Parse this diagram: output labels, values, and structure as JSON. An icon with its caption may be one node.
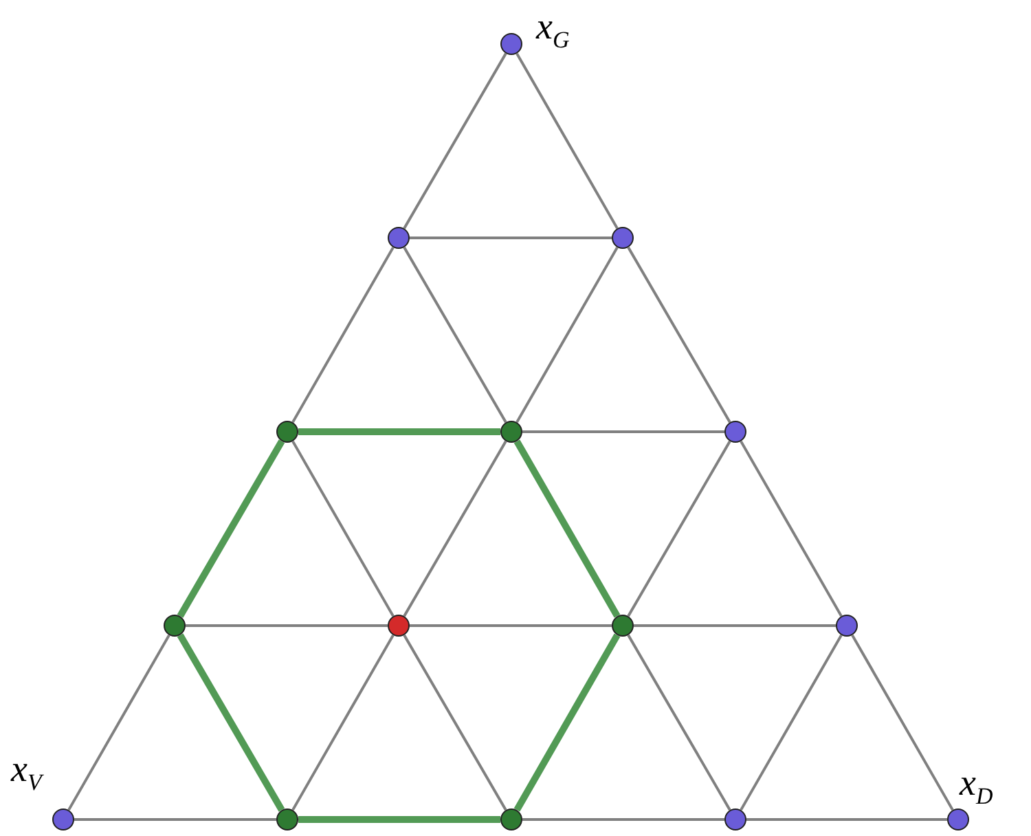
{
  "diagram": {
    "nodes": [
      {
        "text": [],
        "shape": "circle",
        "beside": [
          "*x*$_{G}$"
        ]
      },
      {
        "text": [],
        "shape": "circle"
      },
      {
        "text": [],
        "shape": "circle"
      },
      {
        "text": [],
        "shape": "circle"
      },
      {
        "text": [],
        "shape": "circle"
      },
      {
        "text": [],
        "shape": "circle"
      },
      {
        "text": [],
        "shape": "circle"
      },
      {
        "text": [],
        "shape": "circle"
      },
      {
        "text": [],
        "shape": "circle"
      },
      {
        "text": [],
        "shape": "circle"
      },
      {
        "text": [],
        "shape": "circle",
        "beside": [
          "*x*$_{V}$"
        ]
      },
      {
        "text": [],
        "shape": "circle"
      },
      {
        "text": [],
        "shape": "circle"
      },
      {
        "text": [],
        "shape": "circle"
      },
      {
        "text": [],
        "shape": "circle",
        "beside": [
          "*x*$_{D}$"
        ]
      }
    ],
    "edges": [
      {
        "from": 0,
        "to": 1,
        "arrow": "none"
      },
      {
        "from": 0,
        "to": 2,
        "arrow": "none"
      },
      {
        "from": 1,
        "to": 2,
        "arrow": "none"
      },
      {
        "from": 1,
        "to": 3,
        "arrow": "none"
      },
      {
        "from": 1,
        "to": 4,
        "arrow": "none"
      },
      {
        "from": 2,
        "to": 4,
        "arrow": "none"
      },
      {
        "from": 2,
        "to": 5,
        "arrow": "none"
      },
      {
        "from": 3,
        "to": 4,
        "arrow": "none",
        "style": "thick",
        "color": "#3f8f43"
      },
      {
        "from": 4,
        "to": 5,
        "arrow": "none"
      },
      {
        "from": 3,
        "to": 6,
        "arrow": "none",
        "style": "thick",
        "color": "#3f8f43"
      },
      {
        "from": 3,
        "to": 7,
        "arrow": "none"
      },
      {
        "from": 4,
        "to": 7,
        "arrow": "none"
      },
      {
        "from": 4,
        "to": 8,
        "arrow": "none",
        "style": "thick",
        "color": "#3f8f43"
      },
      {
        "from": 5,
        "to": 8,
        "arrow": "none"
      },
      {
        "from": 5,
        "to": 9,
        "arrow": "none"
      },
      {
        "from": 6,
        "to": 7,
        "arrow": "none"
      },
      {
        "from": 7,
        "to": 8,
        "arrow": "none"
      },
      {
        "from": 8,
        "to": 9,
        "arrow": "none"
      },
      {
        "from": 6,
        "to": 10,
        "arrow": "none"
      },
      {
        "from": 6,
        "to": 11,
        "arrow": "none",
        "style": "thick",
        "color": "#3f8f43"
      },
      {
        "from": 7,
        "to": 11,
        "arrow": "none"
      },
      {
        "from": 7,
        "to": 12,
        "arrow": "none"
      },
      {
        "from": 8,
        "to": 12,
        "arrow": "none",
        "style": "thick",
        "color": "#3f8f43"
      },
      {
        "from": 8,
        "to": 13,
        "arrow": "none"
      },
      {
        "from": 9,
        "to": 13,
        "arrow": "none"
      },
      {
        "from": 9,
        "to": 14,
        "arrow": "none"
      },
      {
        "from": 10,
        "to": 11,
        "arrow": "none"
      },
      {
        "from": 11,
        "to": 12,
        "arrow": "none",
        "style": "thick",
        "color": "#3f8f43"
      },
      {
        "from": 12,
        "to": 13,
        "arrow": "none"
      },
      {
        "from": 13,
        "to": 14,
        "arrow": "none"
      }
    ]
  }
}
